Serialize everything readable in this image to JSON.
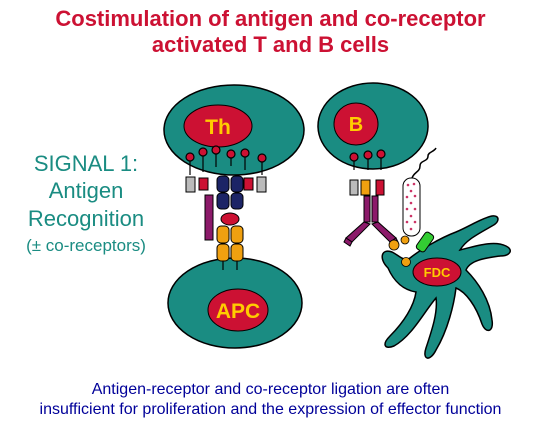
{
  "title": {
    "line1": "Costimulation of antigen and co-receptor",
    "line2": "activated T  and B cells"
  },
  "signal": {
    "heading": "SIGNAL 1:",
    "line2": "Antigen",
    "line3": "Recognition",
    "line4": "(± co-receptors)"
  },
  "cells": {
    "th": "Th",
    "apc": "APC",
    "b": "B",
    "fdc": "FDC"
  },
  "caption": {
    "line1": "Antigen-receptor and co-receptor ligation are often",
    "line2": "insufficient for proliferation and the expression of effector function"
  },
  "colors": {
    "title": "#cc1133",
    "signal_text": "#1a8c82",
    "caption_text": "#000099",
    "cell_fill": "#1a8c82",
    "nucleus_fill": "#cc1133",
    "cell_label": "#ffcc00",
    "receptor_navy": "#1c2466",
    "mhc_orange": "#f0a010",
    "coreceptor_purple": "#8c1a6a",
    "cd3_gray": "#bbbbbb",
    "complement_green": "#33cc33"
  }
}
